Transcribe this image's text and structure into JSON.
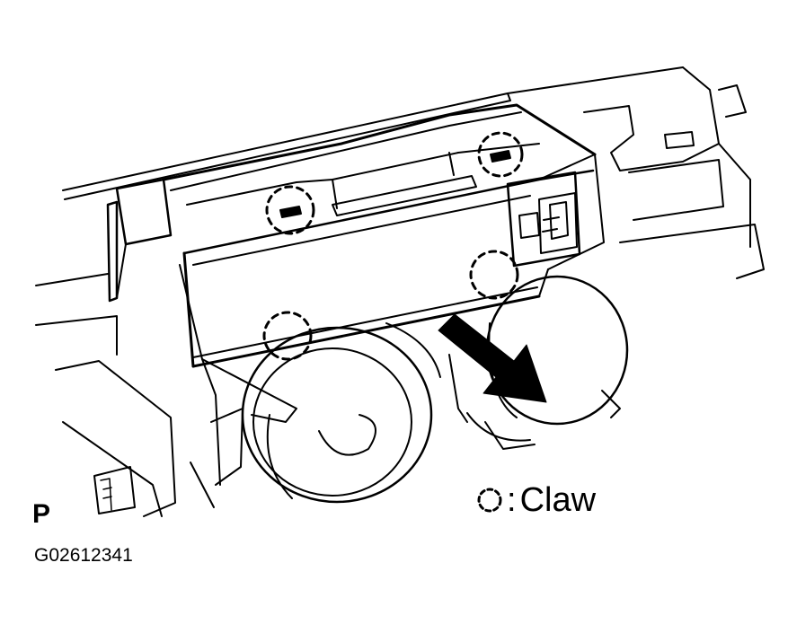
{
  "figure": {
    "view_letter": "P",
    "figure_id": "G02612341"
  },
  "legend": {
    "symbol_icon": "dashed-circle-icon",
    "separator": ":",
    "label": "Claw"
  },
  "callouts": {
    "claw_count": 4,
    "removal_arrow_icon": "arrow-down-right-icon"
  },
  "colors": {
    "ink": "#000000",
    "paper": "#ffffff"
  }
}
